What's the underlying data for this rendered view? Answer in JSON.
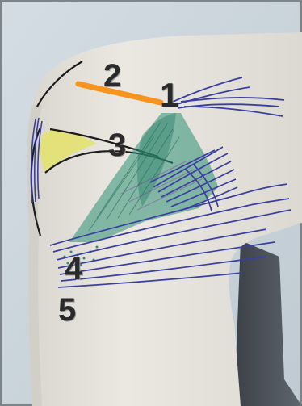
{
  "callouts": [
    "1",
    "2",
    "3",
    "4",
    "5"
  ],
  "colors": {
    "background": "#c9d3da",
    "skin": "#e6e3dc",
    "ink_blue": "#3b3fa0",
    "ink_green": "#2e8f75",
    "ink_black": "#1c1c1c",
    "highlight_yellow": "#e4e26a",
    "marker_orange": "#f7941d",
    "callout_text": "#2a2a2a"
  }
}
